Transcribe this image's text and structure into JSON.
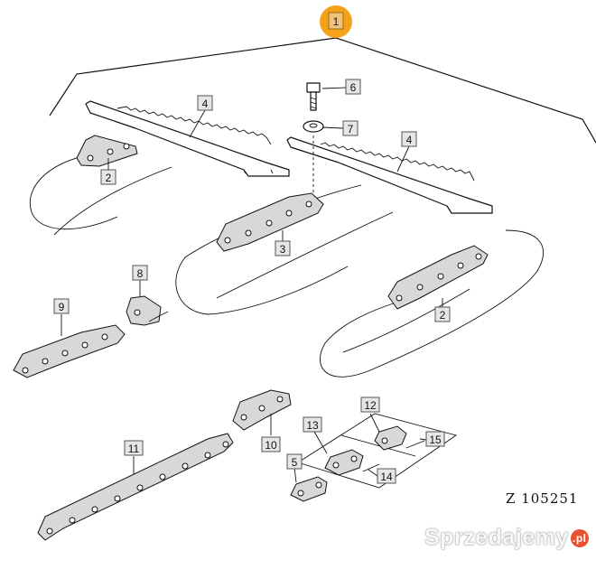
{
  "diagram": {
    "main_callout": "1",
    "callouts": [
      {
        "id": "c4a",
        "label": "4"
      },
      {
        "id": "c4b",
        "label": "4"
      },
      {
        "id": "c6",
        "label": "6"
      },
      {
        "id": "c7",
        "label": "7"
      },
      {
        "id": "c2a",
        "label": "2"
      },
      {
        "id": "c2b",
        "label": "2"
      },
      {
        "id": "c3",
        "label": "3"
      },
      {
        "id": "c8",
        "label": "8"
      },
      {
        "id": "c9",
        "label": "9"
      },
      {
        "id": "c10",
        "label": "10"
      },
      {
        "id": "c11",
        "label": "11"
      },
      {
        "id": "c5",
        "label": "5"
      },
      {
        "id": "c12",
        "label": "12"
      },
      {
        "id": "c13",
        "label": "13"
      },
      {
        "id": "c14",
        "label": "14"
      },
      {
        "id": "c15",
        "label": "15"
      }
    ],
    "reference_code": "Z  105251",
    "colors": {
      "main_callout": "#f5a21b",
      "callout_box": "#e6e6e6",
      "line": "#111111"
    }
  },
  "watermark": {
    "text": "Sprzedajemy",
    "suffix": ".pl",
    "color": "#e8502f"
  }
}
